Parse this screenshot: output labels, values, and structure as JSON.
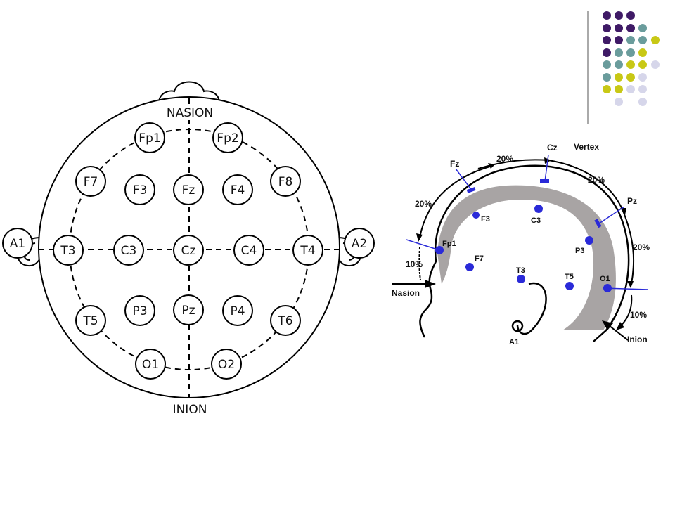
{
  "top_view": {
    "nasion": "NASION",
    "inion": "INION",
    "electrodes": [
      {
        "id": "fp1",
        "label": "Fp1"
      },
      {
        "id": "fp2",
        "label": "Fp2"
      },
      {
        "id": "f7",
        "label": "F7"
      },
      {
        "id": "f3",
        "label": "F3"
      },
      {
        "id": "fz",
        "label": "Fz"
      },
      {
        "id": "f4",
        "label": "F4"
      },
      {
        "id": "f8",
        "label": "F8"
      },
      {
        "id": "a1",
        "label": "A1"
      },
      {
        "id": "t3",
        "label": "T3"
      },
      {
        "id": "c3",
        "label": "C3"
      },
      {
        "id": "cz",
        "label": "Cz"
      },
      {
        "id": "c4",
        "label": "C4"
      },
      {
        "id": "t4",
        "label": "T4"
      },
      {
        "id": "a2",
        "label": "A2"
      },
      {
        "id": "t5",
        "label": "T5"
      },
      {
        "id": "p3",
        "label": "P3"
      },
      {
        "id": "pz",
        "label": "Pz"
      },
      {
        "id": "p4",
        "label": "P4"
      },
      {
        "id": "t6",
        "label": "T6"
      },
      {
        "id": "o1",
        "label": "O1"
      },
      {
        "id": "o2",
        "label": "O2"
      }
    ]
  },
  "side_view": {
    "vertex": "Vertex",
    "nasion": "Nasion",
    "inion": "Inion",
    "pct_20_a": "20%",
    "pct_20_b": "20%",
    "pct_20_c": "20%",
    "pct_20_d": "20%",
    "pct_10_front": "10%",
    "pct_10_back": "10%",
    "labels": {
      "fz": "Fz",
      "cz": "Cz",
      "pz": "Pz",
      "f3": "F3",
      "c3": "C3",
      "fp1": "Fp1",
      "f7": "F7",
      "t3": "T3",
      "t5": "T5",
      "p3": "P3",
      "o1": "O1",
      "a1": "A1"
    }
  },
  "decoration": {
    "colors": [
      "#3f1a66",
      "#6a9c9c",
      "#c8c815",
      "#d6d6ea"
    ]
  }
}
